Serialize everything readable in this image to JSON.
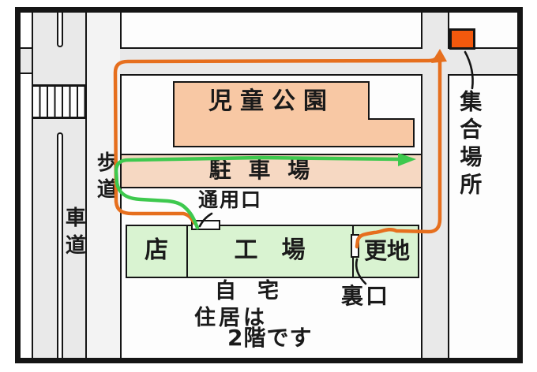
{
  "map": {
    "areas": {
      "park": "児童公園",
      "parking": "駐 車 場",
      "shop": "店",
      "factory": "工　場",
      "vacant_lot": "更地"
    },
    "streets": {
      "sidewalk": "歩道",
      "roadway": "車道"
    },
    "labels": {
      "service_entrance": "通用口",
      "back_door": "裏口",
      "home": "自　宅",
      "residence_note_1": "住居は",
      "residence_note_2": "2階です",
      "meeting_place": "集合場所"
    },
    "colors": {
      "meeting_marker": "#f3590d",
      "route_to_meeting": "#e66f1e",
      "route_parking": "#3ec94e",
      "park_fill": "#f8c8a4",
      "parking_fill": "#f6d8c2",
      "factory_fill": "#d9f3d1",
      "road_fill": "#e9e9e9"
    }
  }
}
